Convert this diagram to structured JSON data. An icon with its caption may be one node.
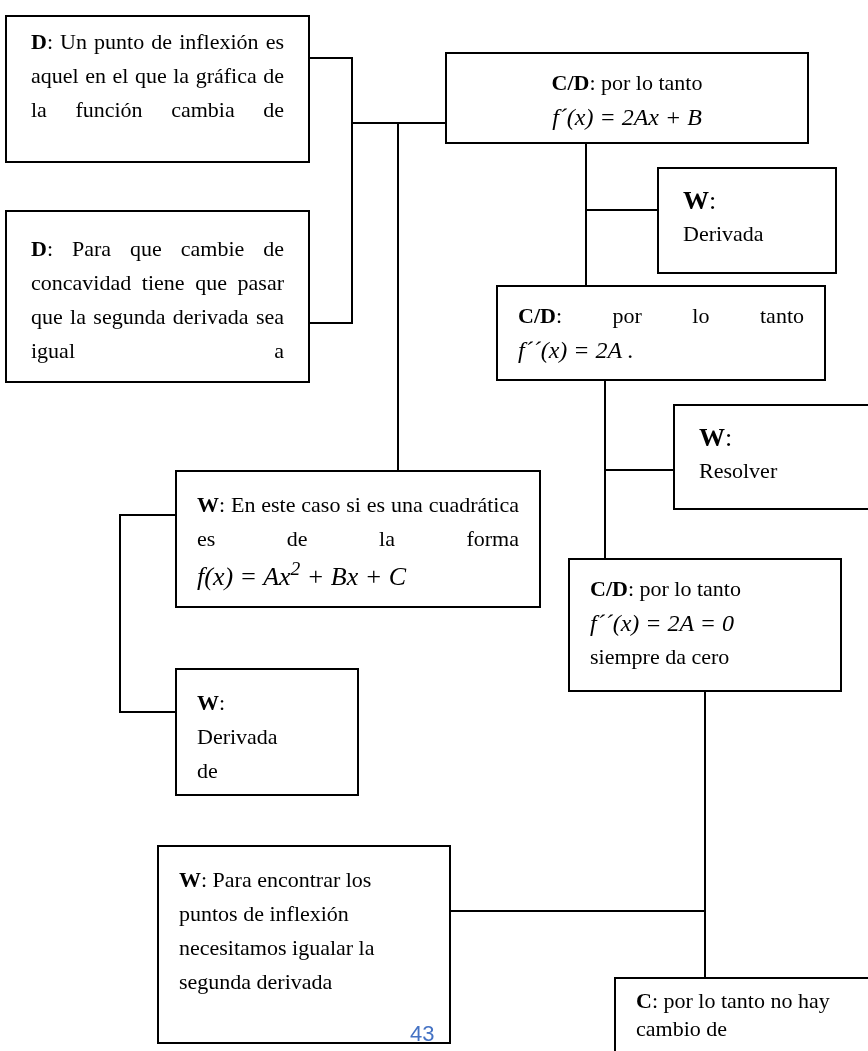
{
  "diagram": {
    "nodes": [
      {
        "text": [
          "**D**: Un punto de inflexión es aquel en el que la gráfica de la función cambia de"
        ]
      },
      {
        "text": [
          "**D**: Para que cambie de concavidad tiene que pasar que la segunda derivada sea igual a"
        ]
      },
      {
        "text": [
          "**C/D**: por lo tanto",
          "f´(x) = 2Ax + B"
        ]
      },
      {
        "text": [
          "**W**:",
          "Derivada"
        ]
      },
      {
        "text": [
          "**C/D**: por lo tanto",
          "f´´(x) = 2A ."
        ]
      },
      {
        "text": [
          "**W**:",
          "Resolver"
        ]
      },
      {
        "text": [
          "**W**: En este caso si es una cuadrática es de la forma",
          "f(x) = Ax$^{2}$ + Bx + C"
        ]
      },
      {
        "text": [
          "**C/D**: por lo tanto",
          "f´´(x) = 2A = 0",
          "siempre da cero"
        ]
      },
      {
        "text": [
          "**W**:",
          "Derivada de"
        ]
      },
      {
        "text": [
          "**W**: Para encontrar los puntos de inflexión necesitamos igualar la segunda derivada"
        ]
      },
      {
        "text": [
          "**C**: por lo tanto no hay cambio de"
        ]
      }
    ],
    "edges": [
      {
        "from": 0,
        "to": 2,
        "arrow": "none"
      },
      {
        "from": 1,
        "to": 2,
        "arrow": "none"
      },
      {
        "from": 6,
        "to": 2,
        "arrow": "none"
      },
      {
        "from": 2,
        "to": 4,
        "arrow": "none"
      },
      {
        "from": 3,
        "to": 4,
        "arrow": "none"
      },
      {
        "from": 4,
        "to": 7,
        "arrow": "none"
      },
      {
        "from": 5,
        "to": 7,
        "arrow": "none"
      },
      {
        "from": 6,
        "to": 8,
        "arrow": "none"
      },
      {
        "from": 9,
        "to": 10,
        "arrow": "none"
      },
      {
        "from": 7,
        "to": 10,
        "arrow": "none"
      }
    ],
    "labels": [
      "43"
    ]
  }
}
